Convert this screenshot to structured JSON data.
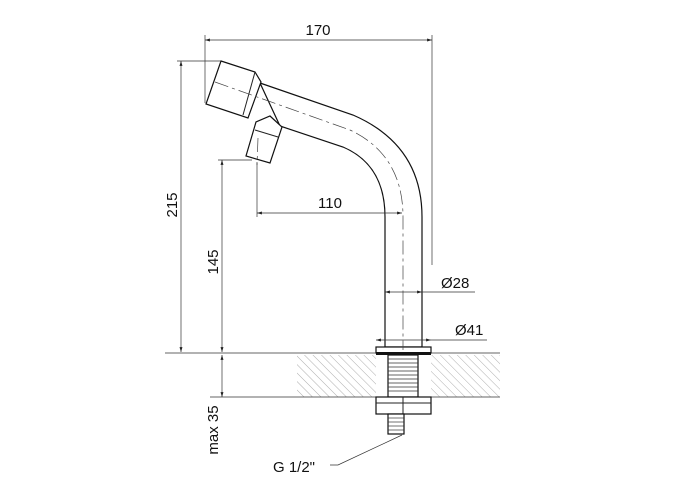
{
  "dimensions": {
    "width_total": "170",
    "height_total": "215",
    "outlet_height": "145",
    "outlet_reach": "110",
    "tube_diameter": "Ø28",
    "base_diameter": "Ø41",
    "max_counter_thickness": "max 35",
    "thread": "G 1/2\""
  },
  "colors": {
    "line": "#111111",
    "background": "#ffffff"
  }
}
